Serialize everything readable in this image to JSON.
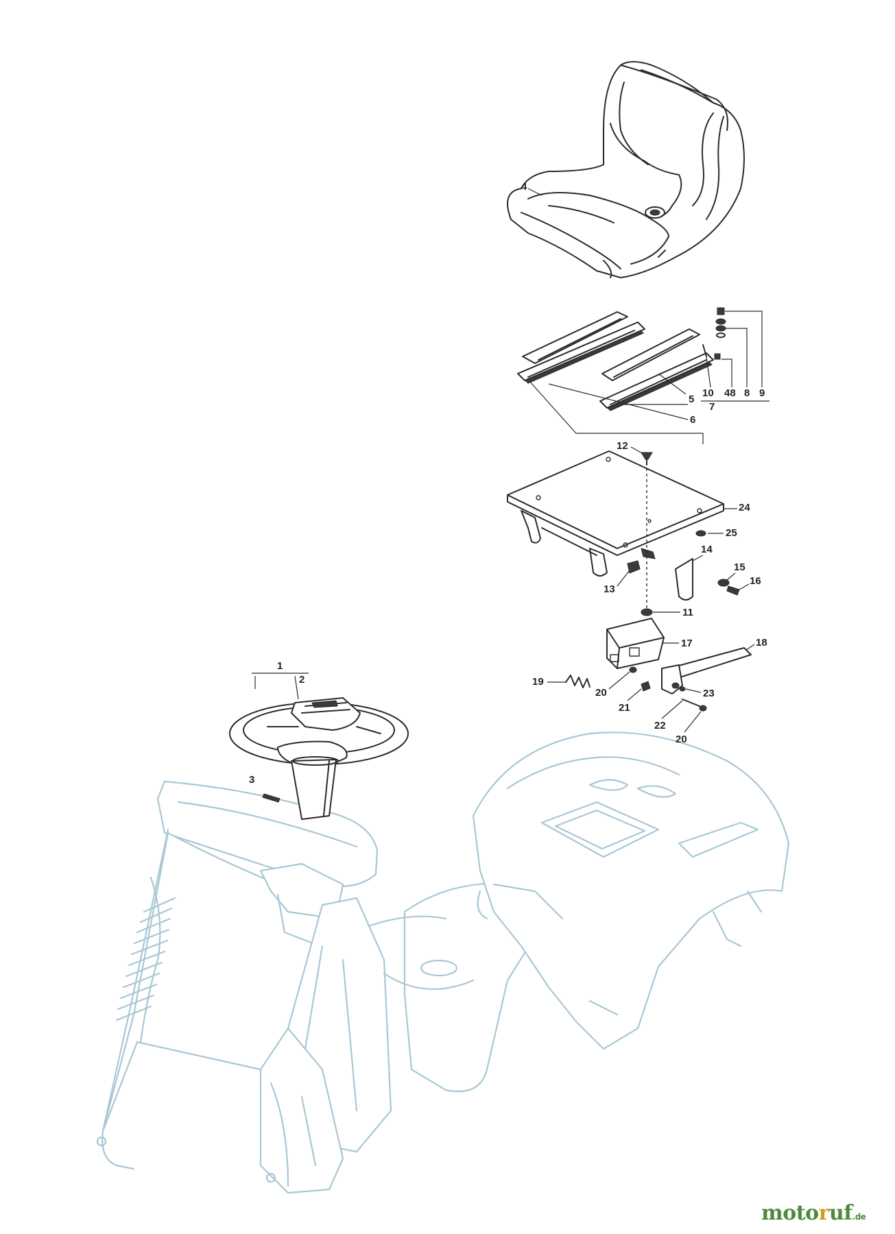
{
  "callouts": {
    "c1": "1",
    "c2": "2",
    "c3": "3",
    "c4": "4",
    "c5": "5",
    "c6": "6",
    "c7": "7",
    "c8": "8",
    "c9": "9",
    "c10": "10",
    "c11": "11",
    "c12": "12",
    "c13": "13",
    "c14": "14",
    "c15": "15",
    "c16": "16",
    "c17": "17",
    "c18": "18",
    "c19": "19",
    "c20a": "20",
    "c20b": "20",
    "c21": "21",
    "c22": "22",
    "c23": "23",
    "c24": "24",
    "c25": "25",
    "c48": "48"
  },
  "watermark": {
    "part1": "moto",
    "part2": "r",
    "part3": "uf",
    "suffix": ".de"
  },
  "colors": {
    "line_art": "#2a2a2a",
    "ghost_art": "#a9c7d4",
    "brand_green": "#4d8a3c",
    "brand_orange": "#d99b1f"
  }
}
